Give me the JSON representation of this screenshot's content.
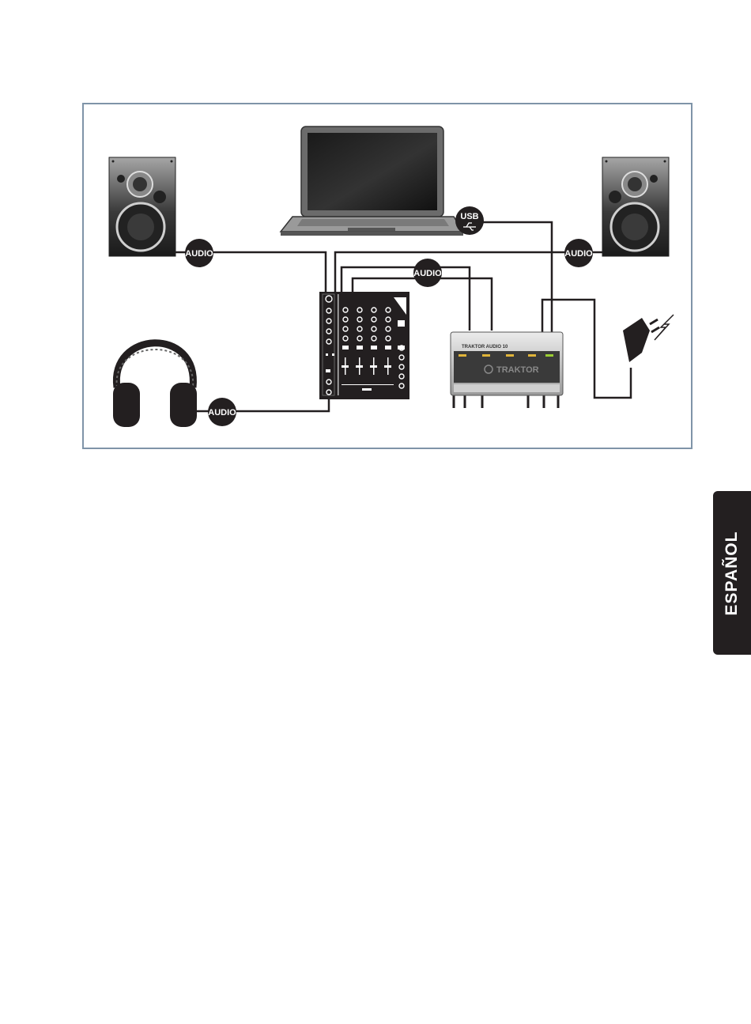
{
  "diagram": {
    "badges": {
      "audio_speaker_left": "AUDIO",
      "audio_speaker_right": "AUDIO",
      "audio_interface": "AUDIO",
      "audio_headphones": "AUDIO",
      "usb": "USB"
    },
    "interface": {
      "brand_top": "TRAKTOR AUDIO 10",
      "brand_front": "TRAKTOR"
    },
    "colors": {
      "frame": "#7f94a8",
      "badge": "#231f20",
      "cable": "#231f20"
    },
    "icons": [
      "speaker-left",
      "speaker-right",
      "laptop",
      "headphones",
      "dj-mixer",
      "audio-interface",
      "power-adapter",
      "usb-icon"
    ]
  },
  "side_tab": {
    "label": "ESPAÑOL"
  }
}
